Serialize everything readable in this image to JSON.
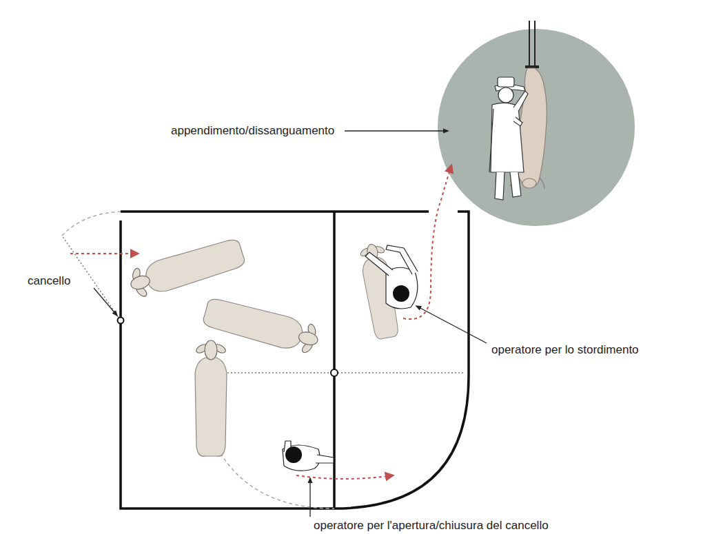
{
  "diagram": {
    "labels": [
      "appendimento/dissanguamento",
      "cancello",
      "operatore per lo stordimento",
      "operatore per l'apertura/chiusura del cancello"
    ]
  }
}
